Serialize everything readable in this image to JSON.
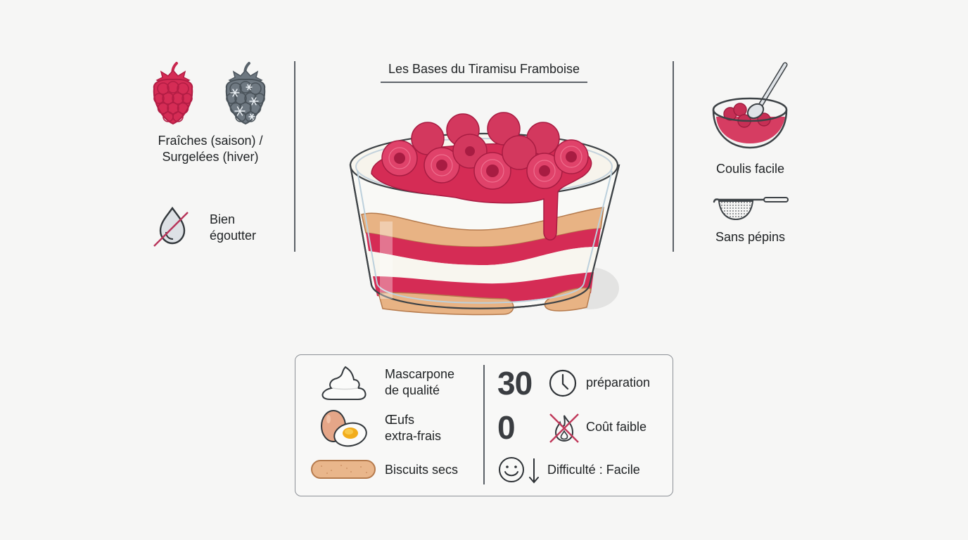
{
  "title": "Les Bases du Tiramisu Framboise",
  "left_panel": {
    "fruit_icons": [
      "raspberry-fresh-icon",
      "raspberry-frozen-icon"
    ],
    "fruit_caption_line1": "Fraîches (saison) /",
    "fruit_caption_line2": "Surgelées (hiver)",
    "drain_icon": "water-drop-crossed-icon",
    "drain_label_line1": "Bien",
    "drain_label_line2": "égoutter"
  },
  "center": {
    "illustration": "raspberry-tiramisu-glass-bowl"
  },
  "right_panel": {
    "coulis_icon": "bowl-spoon-coulis-icon",
    "coulis_label": "Coulis facile",
    "sieve_icon": "sieve-icon",
    "sieve_label": "Sans pépins"
  },
  "info_card": {
    "ingredients": [
      {
        "icon": "mascarpone-icon",
        "line1": "Mascarpone",
        "line2": "de qualité"
      },
      {
        "icon": "egg-icon",
        "line1": "Œufs",
        "line2": "extra-frais"
      },
      {
        "icon": "ladyfinger-biscuit-icon",
        "line1": "Biscuits secs",
        "line2": ""
      }
    ],
    "stats": [
      {
        "value": "30",
        "icon": "clock-icon",
        "label": "préparation"
      },
      {
        "value": "0",
        "icon": "no-fire-icon",
        "label": "Coût faible"
      },
      {
        "value": "",
        "icon": "smiley-icon",
        "label": "Difficulté : Facile"
      }
    ]
  },
  "colors": {
    "background": "#f6f6f5",
    "raspberry": "#d52c55",
    "frozen": "#6d7780",
    "text": "#1e2123",
    "line": "#5b6066",
    "biscuit": "#e8b384",
    "cream": "#f7f5ef",
    "cross": "#c0395a"
  }
}
